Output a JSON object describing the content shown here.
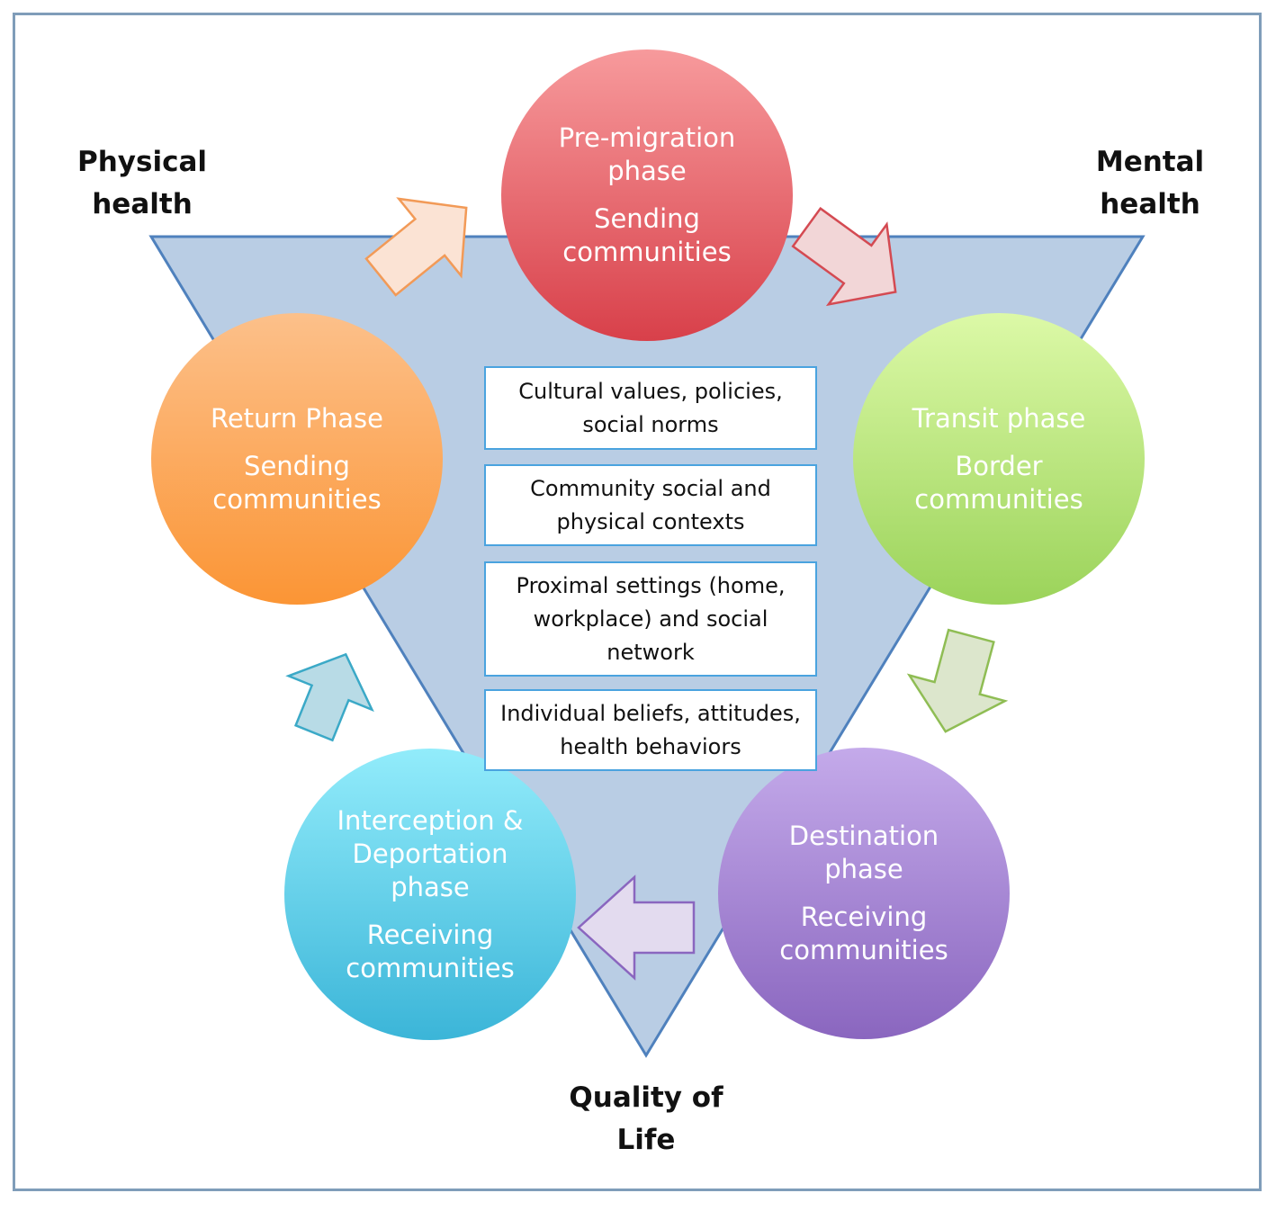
{
  "outcomes": {
    "physical": [
      "Physical",
      "health"
    ],
    "mental": [
      "Mental",
      "health"
    ],
    "quality": [
      "Quality of",
      "Life"
    ]
  },
  "layers": [
    [
      "Cultural values, policies,",
      "social norms"
    ],
    [
      "Community social and",
      "physical contexts"
    ],
    [
      "Proximal settings (home,",
      "workplace) and social",
      "network"
    ],
    [
      "Individual beliefs, attitudes,",
      "health behaviors"
    ]
  ],
  "phases": {
    "pre_migration": {
      "title": [
        "Pre-migration",
        "phase"
      ],
      "community": [
        "Sending",
        "communities"
      ]
    },
    "transit": {
      "title": [
        "Transit phase"
      ],
      "community": [
        "Border",
        "communities"
      ]
    },
    "destination": {
      "title": [
        "Destination",
        "phase"
      ],
      "community": [
        "Receiving",
        "communities"
      ]
    },
    "interception": {
      "title": [
        "Interception &",
        "Deportation",
        "phase"
      ],
      "community": [
        "Receiving",
        "communities"
      ]
    },
    "return": {
      "title": [
        "Return Phase"
      ],
      "community": [
        "Sending",
        "communities"
      ]
    }
  },
  "colors": {
    "triangle_fill": "#b9cde4",
    "triangle_stroke": "#4f81bd",
    "pre_migration": "#e15a62",
    "transit": "#b7e27e",
    "destination": "#a78ad2",
    "interception": "#59c8e6",
    "return": "#fca156"
  }
}
